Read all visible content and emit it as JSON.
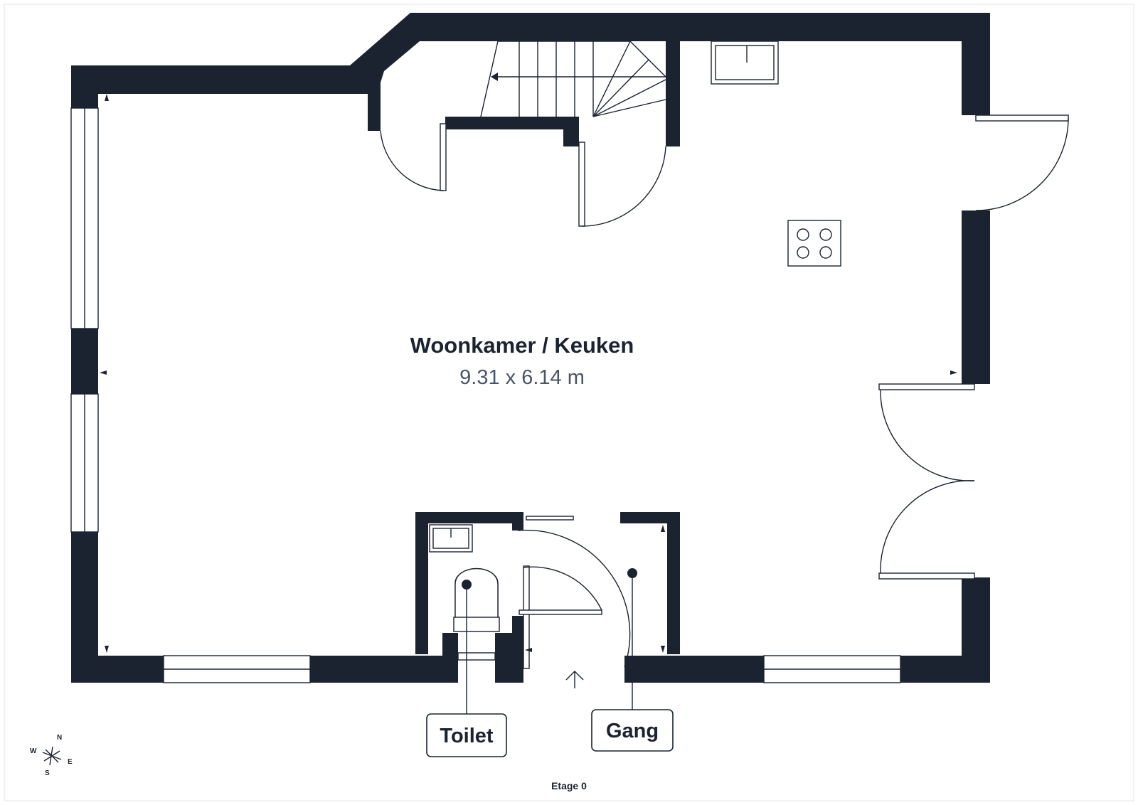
{
  "rooms": {
    "main": {
      "name": "Woonkamer / Keuken",
      "dimensions": "9.31 x 6.14 m"
    },
    "toilet": {
      "name": "Toilet"
    },
    "gang": {
      "name": "Gang"
    }
  },
  "compass": {
    "n": "N",
    "e": "E",
    "s": "S",
    "w": "W"
  },
  "floor_label": "Etage 0",
  "colors": {
    "wall": "#1b2330",
    "background": "#ffffff",
    "dimension_text": "#4a5468"
  },
  "icons": [
    "compass-icon",
    "entrance-arrow-icon",
    "cooktop-icon",
    "sink-icon",
    "toilet-icon"
  ]
}
